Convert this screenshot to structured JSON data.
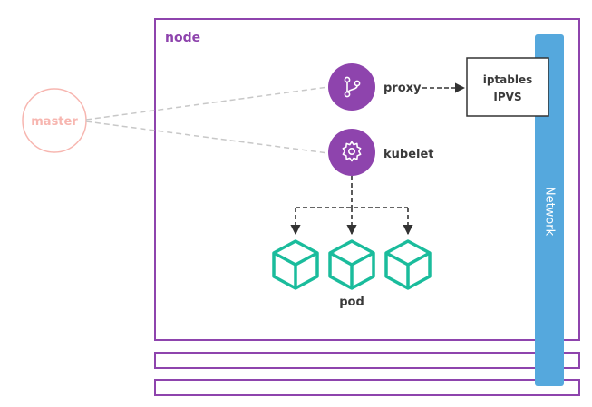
{
  "labels": {
    "node": "node",
    "master": "master",
    "proxy": "proxy",
    "kubelet": "kubelet",
    "iptables": "iptables",
    "ipvs": "IPVS",
    "network": "Network",
    "pod": "pod"
  },
  "icons": {
    "proxy": "git-branch-icon",
    "kubelet": "gear-icon",
    "pods": [
      "cube-icon",
      "cube-icon",
      "cube-icon"
    ]
  },
  "colors": {
    "node_border": "#8e44ad",
    "node_label": "#8e44ad",
    "component_fill": "#8e44ad",
    "master": "#f7b6b0",
    "network": "#55a8dd",
    "network_text": "#ffffff",
    "pod": "#1abc9c",
    "connector_dashed": "#c8c8c8",
    "arrow": "#333333",
    "text": "#3a3a3a"
  }
}
